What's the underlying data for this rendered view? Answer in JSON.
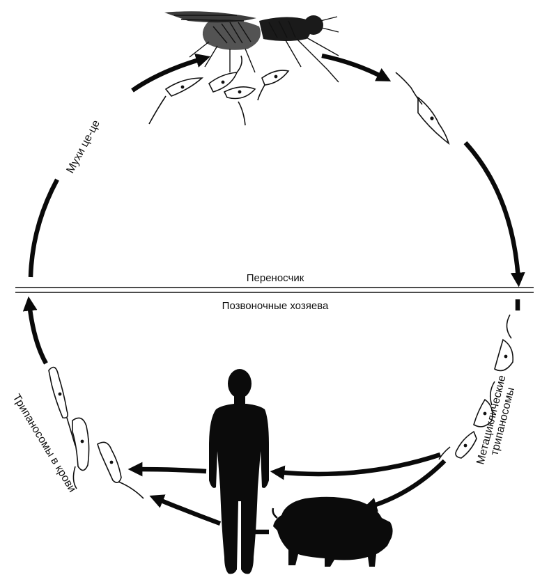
{
  "labels": {
    "vector": "Переносчик",
    "hosts": "Позвоночные хозяева",
    "tsetse": "Мухи це-це",
    "metacyclic_line1": "Метациклические",
    "metacyclic_line2": "трипаносомы",
    "blood": "Трипаносомы в крови"
  },
  "icons": {
    "fly": "tsetse-fly-icon",
    "human": "human-silhouette-icon",
    "pig": "pig-silhouette-icon",
    "trypanosome": "trypanosome-cell-icon"
  },
  "colors": {
    "ink": "#0a0a0a",
    "background": "#ffffff"
  }
}
